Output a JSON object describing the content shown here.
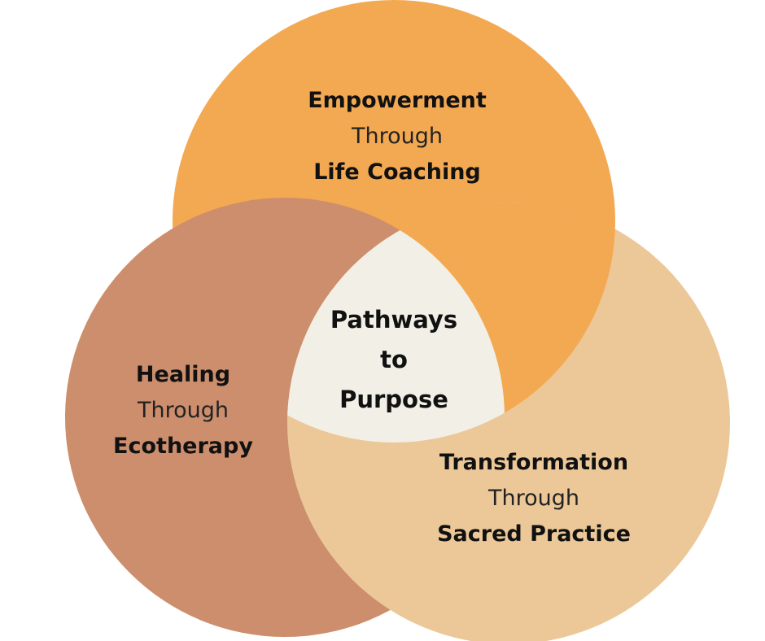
{
  "colors": {
    "empowerment": "#F3A952",
    "healing": "#CC8E6D",
    "transformation": "#ECC899",
    "center": "#F2EFE6"
  },
  "circles": [
    {
      "id": "empowerment",
      "title": "Empowerment",
      "connector": "Through",
      "subtitle": "Life Coaching"
    },
    {
      "id": "healing",
      "title": "Healing",
      "connector": "Through",
      "subtitle": "Ecotherapy"
    },
    {
      "id": "transformation",
      "title": "Transformation",
      "connector": "Through",
      "subtitle": "Sacred Practice"
    }
  ],
  "center": {
    "line1": "Pathways",
    "line2": "to",
    "line3": "Purpose"
  }
}
